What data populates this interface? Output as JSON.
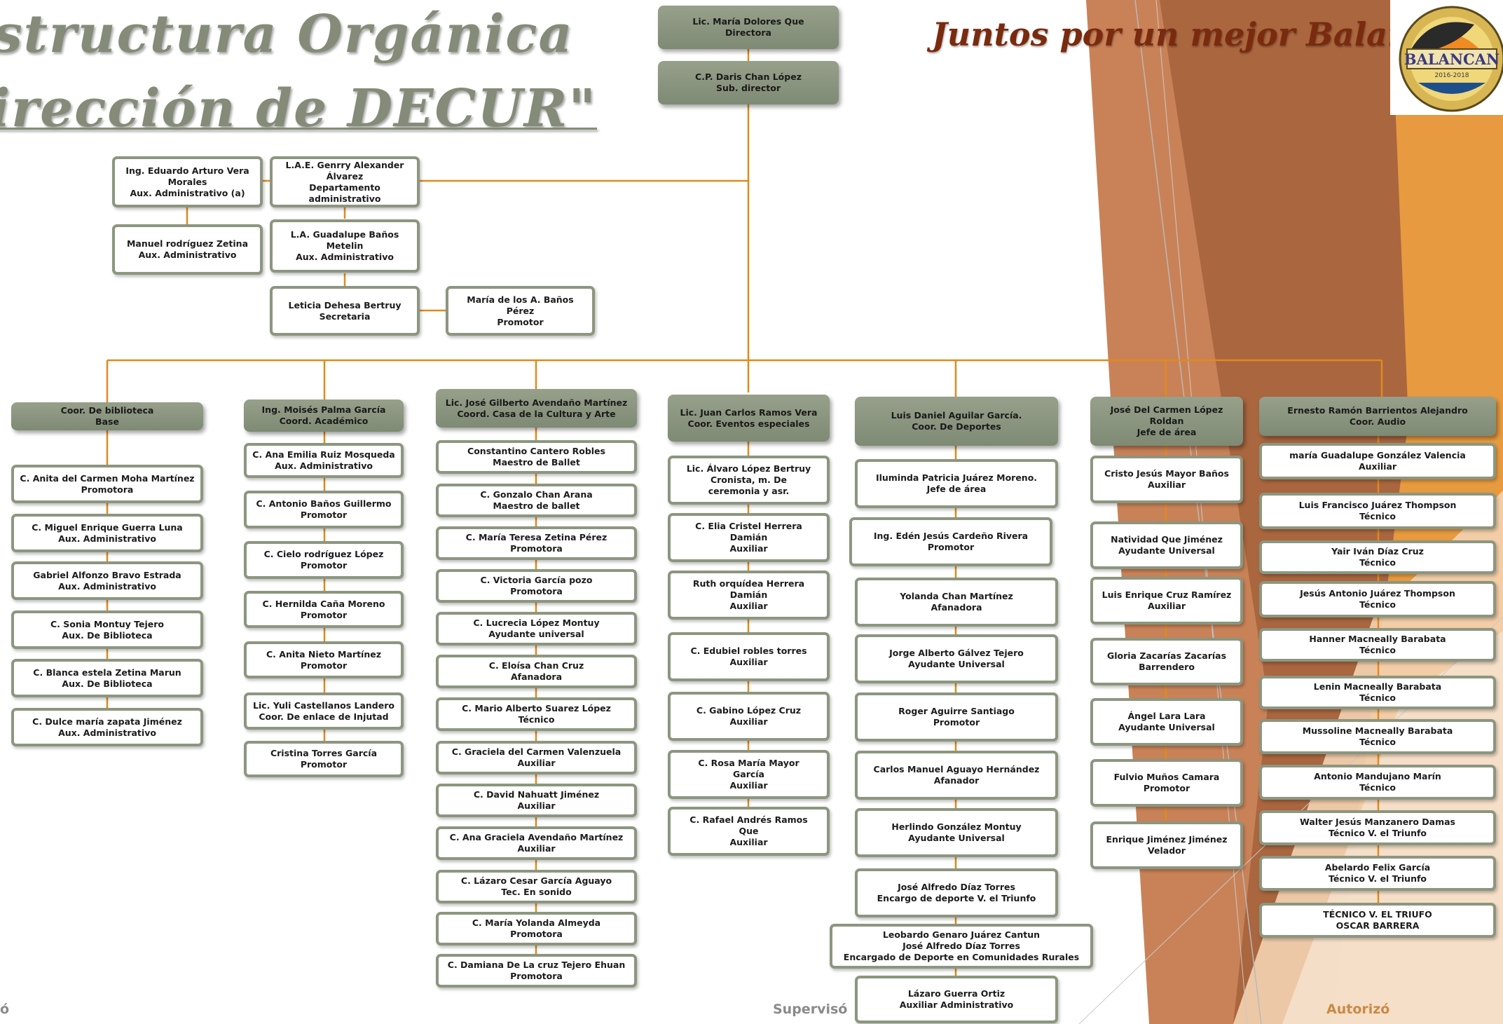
{
  "header": {
    "title_line1": "structura Orgánica",
    "title_line2": "irección  de DECUR\"",
    "slogan": "Juntos por un mejor Balancán",
    "logo_text": "BALANCAN",
    "logo_years": "2016-2018"
  },
  "top": {
    "director": [
      "Lic. María Dolores Que",
      "Directora"
    ],
    "subdirector": [
      "C.P. Daris Chan López",
      "Sub. director"
    ]
  },
  "admin": {
    "eduardo": [
      "Ing. Eduardo Arturo Vera",
      "Morales",
      "Aux. Administrativo (a)"
    ],
    "manuel": [
      "Manuel rodríguez Zetina",
      "Aux. Administrativo"
    ],
    "genrry": [
      "L.A.E. Genrry Alexander",
      "Álvarez",
      "Departamento",
      "administrativo"
    ],
    "guadalupe": [
      "L.A. Guadalupe Baños",
      "Metelin",
      "Aux. Administrativo"
    ],
    "leticia": [
      "Leticia Dehesa Bertruy",
      "Secretaria"
    ],
    "maria": [
      "María de los A. Baños",
      "Pérez",
      "Promotor"
    ]
  },
  "columns": [
    {
      "head": [
        "Coor. De biblioteca",
        "Base"
      ],
      "items": [
        [
          "C. Anita del Carmen Moha Martínez",
          "Promotora"
        ],
        [
          "C. Miguel Enrique Guerra Luna",
          "Aux. Administrativo"
        ],
        [
          "Gabriel Alfonzo Bravo Estrada",
          "Aux. Administrativo"
        ],
        [
          "C. Sonia Montuy Tejero",
          "Aux. De Biblioteca"
        ],
        [
          "C. Blanca estela  Zetina Marun",
          "Aux. De Biblioteca"
        ],
        [
          "C. Dulce maría zapata Jiménez",
          "Aux. Administrativo"
        ]
      ]
    },
    {
      "head": [
        "Ing. Moisés Palma García",
        "Coord. Académico"
      ],
      "items": [
        [
          "C. Ana Emilia Ruiz Mosqueda",
          "Aux. Administrativo"
        ],
        [
          "C. Antonio Baños Guillermo",
          "Promotor"
        ],
        [
          "C. Cielo rodríguez López",
          "Promotor"
        ],
        [
          "C. Hernilda Caña Moreno",
          "Promotor"
        ],
        [
          "C. Anita Nieto Martínez",
          "Promotor"
        ],
        [
          "Lic. Yuli Castellanos Landero",
          "Coor. De enlace de Injutad"
        ],
        [
          "Cristina Torres García",
          "Promotor"
        ]
      ]
    },
    {
      "head": [
        "Lic. José Gilberto Avendaño Martínez",
        "Coord. Casa de la Cultura y Arte"
      ],
      "items": [
        [
          "Constantino Cantero Robles",
          "Maestro de Ballet"
        ],
        [
          "C. Gonzalo Chan Arana",
          "Maestro de ballet"
        ],
        [
          "C. María Teresa Zetina Pérez",
          "Promotora"
        ],
        [
          "C. Victoria García pozo",
          "Promotora"
        ],
        [
          "C. Lucrecia López Montuy",
          "Ayudante universal"
        ],
        [
          "C. Eloísa Chan Cruz",
          "Afanadora"
        ],
        [
          "C. Mario Alberto  Suarez López",
          "Técnico"
        ],
        [
          "C. Graciela del Carmen Valenzuela",
          "Auxiliar"
        ],
        [
          "C. David Nahuatt Jiménez",
          "Auxiliar"
        ],
        [
          "C. Ana Graciela Avendaño Martínez",
          "Auxiliar"
        ],
        [
          "C. Lázaro Cesar García Aguayo",
          "Tec. En sonido"
        ],
        [
          "C. María Yolanda Almeyda",
          "Promotora"
        ],
        [
          "C. Damiana De La cruz Tejero Ehuan",
          "Promotora"
        ]
      ]
    },
    {
      "head": [
        "Lic. Juan Carlos Ramos Vera",
        "Coor.  Eventos especiales"
      ],
      "items": [
        [
          "Lic. Álvaro López Bertruy",
          "Cronista, m. De",
          "ceremonia y asr."
        ],
        [
          "C. Elia Cristel Herrera",
          "Damián",
          "Auxiliar"
        ],
        [
          "Ruth orquídea Herrera",
          "Damián",
          "Auxiliar"
        ],
        [
          "C. Edubiel robles torres",
          "Auxiliar"
        ],
        [
          "C. Gabino López Cruz",
          "Auxiliar"
        ],
        [
          "C. Rosa María Mayor",
          "García",
          "Auxiliar"
        ],
        [
          "C. Rafael Andrés Ramos",
          "Que",
          "Auxiliar"
        ]
      ]
    },
    {
      "head": [
        "Luis Daniel Aguilar García.",
        "Coor. De Deportes"
      ],
      "items": [
        [
          "Iluminda Patricia Juárez Moreno.",
          "Jefe de área"
        ],
        [
          "Ing. Edén Jesús Cardeño Rivera",
          "Promotor"
        ],
        [
          "Yolanda Chan Martínez",
          "Afanadora"
        ],
        [
          "Jorge Alberto Gálvez Tejero",
          "Ayudante Universal"
        ],
        [
          "Roger Aguirre Santiago",
          "Promotor"
        ],
        [
          "Carlos Manuel Aguayo Hernández",
          "Afanador"
        ],
        [
          "Herlindo González Montuy",
          "Ayudante Universal"
        ],
        [
          "José Alfredo Díaz Torres",
          "Encargo de deporte V. el Triunfo"
        ],
        [
          "Leobardo Genaro Juárez Cantun",
          "José Alfredo Díaz Torres",
          "Encargado de Deporte en Comunidades Rurales"
        ],
        [
          "Lázaro Guerra Ortiz",
          "Auxiliar Administrativo"
        ]
      ]
    },
    {
      "head": [
        "José Del Carmen López",
        "Roldan",
        "Jefe de área"
      ],
      "items": [
        [
          "Cristo Jesús Mayor Baños",
          "Auxiliar"
        ],
        [
          "Natividad Que Jiménez",
          "Ayudante Universal"
        ],
        [
          "Luis Enrique Cruz Ramírez",
          "Auxiliar"
        ],
        [
          "Gloria Zacarías Zacarías",
          "Barrendero"
        ],
        [
          "Ángel Lara Lara",
          "Ayudante Universal"
        ],
        [
          "Fulvio Muños Camara",
          "Promotor"
        ],
        [
          "Enrique Jiménez Jiménez",
          "Velador"
        ]
      ]
    },
    {
      "head": [
        "Ernesto Ramón Barrientos Alejandro",
        "Coor. Audio"
      ],
      "items": [
        [
          "maría Guadalupe González Valencia",
          "Auxiliar"
        ],
        [
          "Luis Francisco Juárez Thompson",
          "Técnico"
        ],
        [
          "Yair Iván Díaz Cruz",
          "Técnico"
        ],
        [
          "Jesús Antonio Juárez Thompson",
          "Técnico"
        ],
        [
          "Hanner Macneally Barabata",
          "Técnico"
        ],
        [
          "Lenin Macneally Barabata",
          "Técnico"
        ],
        [
          "Mussoline Macneally Barabata",
          "Técnico"
        ],
        [
          "Antonio Mandujano Marín",
          "Técnico"
        ],
        [
          "Walter Jesús Manzanero Damas",
          "Técnico V. el Triunfo"
        ],
        [
          "Abelardo Felix García",
          "Técnico V. el Triunfo"
        ],
        [
          "TÉCNICO V. EL TRIUFO",
          "OSCAR BARRERA"
        ]
      ]
    }
  ],
  "footer": {
    "left": "ó",
    "middle": "Supervisó",
    "right": "Autorizó"
  },
  "colors": {
    "connector": "#e08a1e",
    "box_border": "#8c9680",
    "head_fill": "#8d9781",
    "title": "#848b78",
    "slogan": "#7a2a0e",
    "bg_orange": "#e38a2a",
    "bg_brown": "#a0522d"
  }
}
